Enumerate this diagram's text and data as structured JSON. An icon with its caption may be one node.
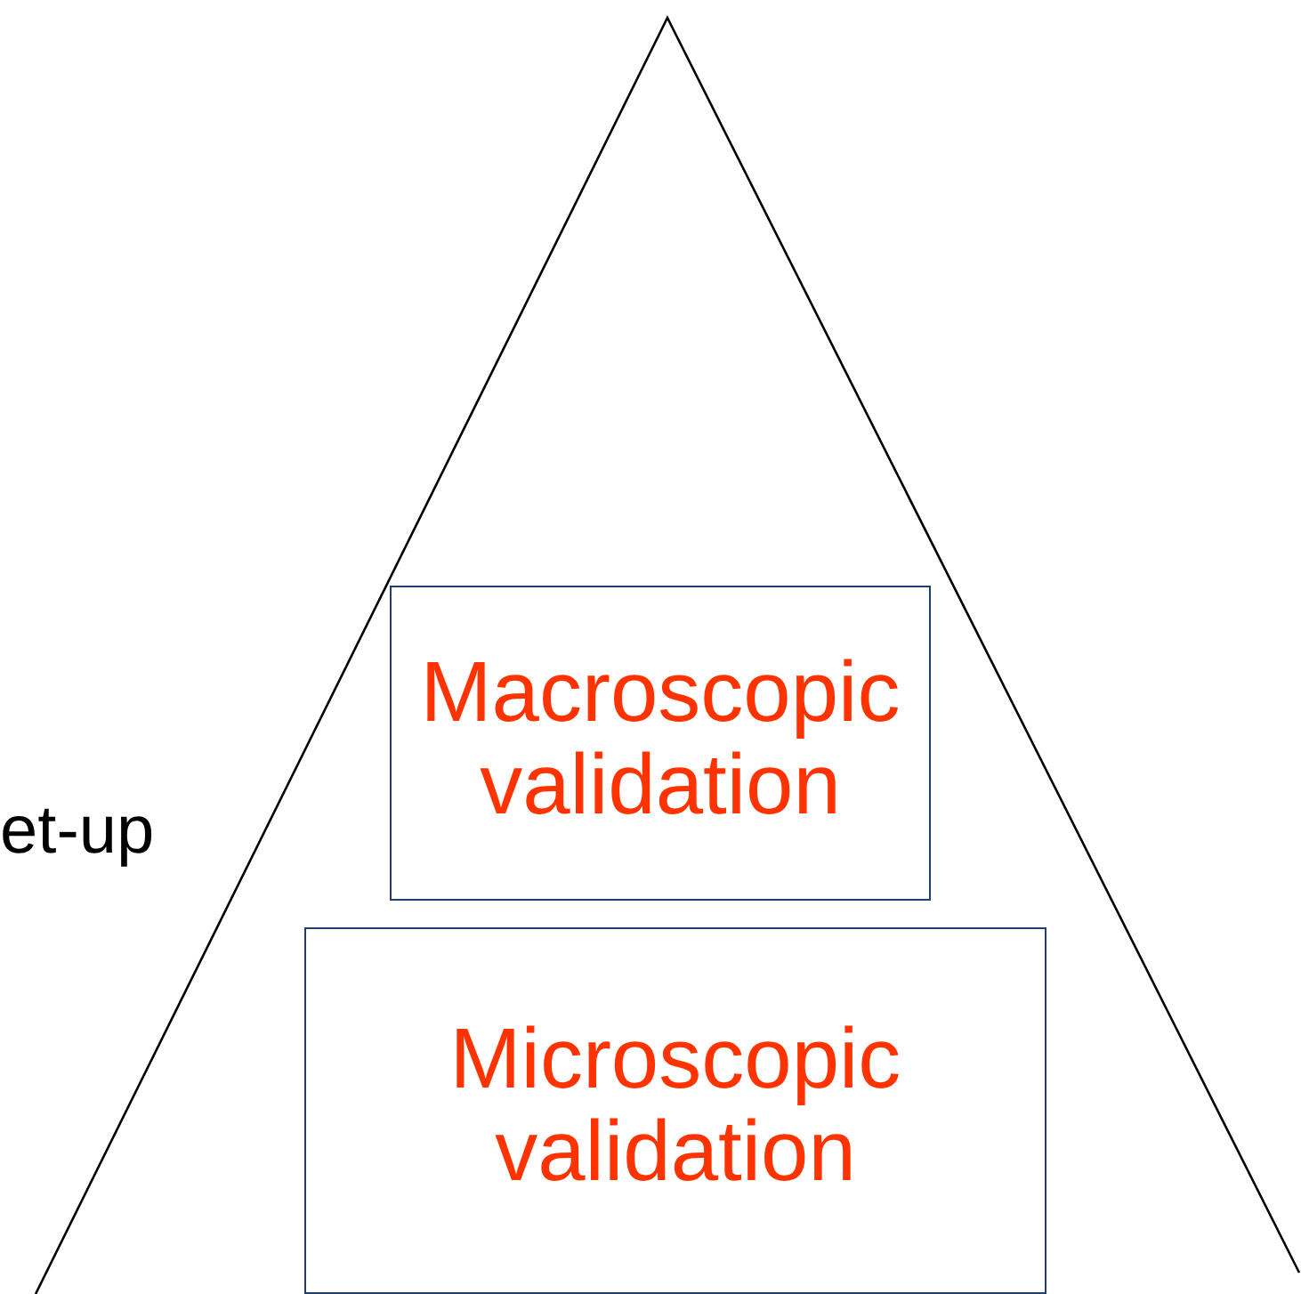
{
  "diagram": {
    "nodes": [
      {
        "text": [],
        "shape": "triangle"
      },
      {
        "text": [
          "Macroscopic validation"
        ],
        "in": 0
      },
      {
        "text": [
          "Microscopic validation"
        ],
        "in": 0
      }
    ],
    "labels": [
      "et-up"
    ]
  }
}
